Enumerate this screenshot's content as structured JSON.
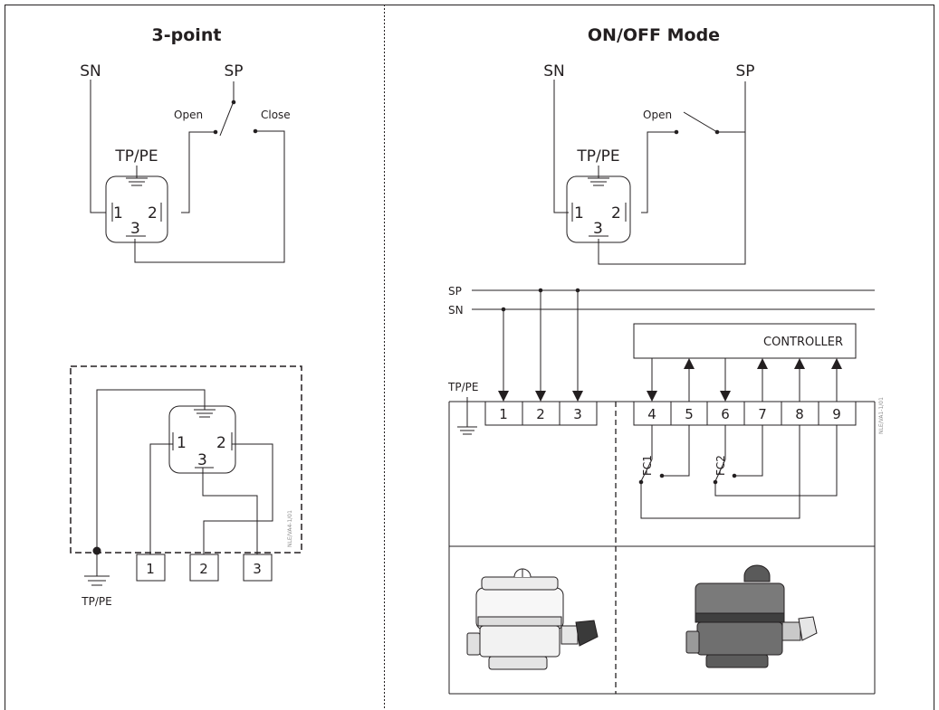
{
  "left": {
    "title": "3-point",
    "sn": "SN",
    "sp": "SP",
    "open": "Open",
    "close": "Close",
    "tppe": "TP/PE",
    "pins": [
      "1",
      "2",
      "3"
    ],
    "terminals": [
      "1",
      "2",
      "3"
    ],
    "ground_label": "TP/PE",
    "code": "NLE/VA4-1/01"
  },
  "right": {
    "title": "ON/OFF Mode",
    "sn": "SN",
    "sp": "SP",
    "open": "Open",
    "tppe": "TP/PE",
    "pins": [
      "1",
      "2",
      "3"
    ],
    "bus_sp": "SP",
    "bus_sn": "SN",
    "controller": "CONTROLLER",
    "ground_label": "TP/PE",
    "terminals": [
      "1",
      "2",
      "3",
      "4",
      "5",
      "6",
      "7",
      "8",
      "9"
    ],
    "fc1": "FC1",
    "fc2": "FC2",
    "code": "NLE/VA1-1/01"
  },
  "colors": {
    "line": "#231f20",
    "actuator_light": "#f2f2f2",
    "actuator_dark": "#6b6b6b"
  }
}
